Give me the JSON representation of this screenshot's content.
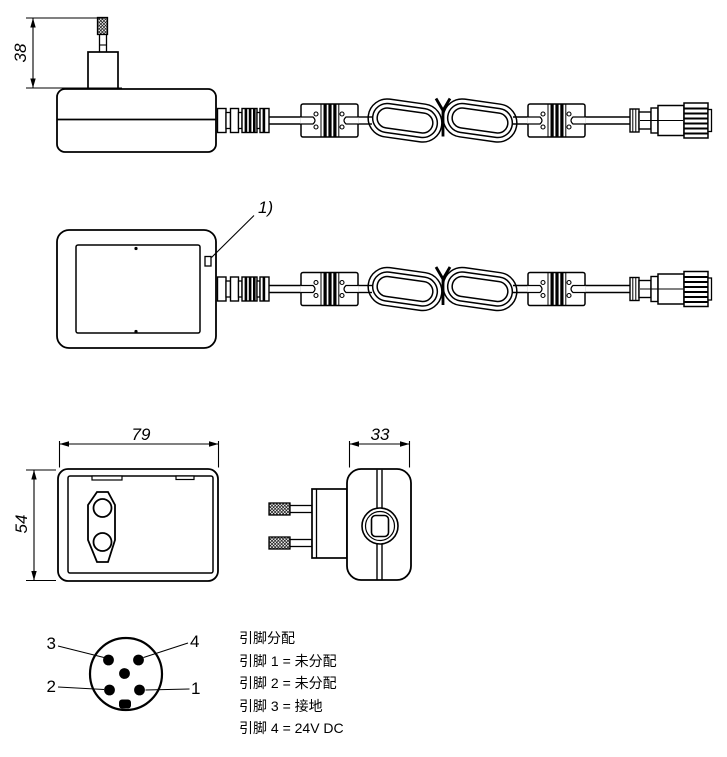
{
  "drawing": {
    "background_color": "#ffffff",
    "line_color": "#000000"
  },
  "dimensions": {
    "plug_pin_height": "38",
    "front_width": "79",
    "front_height": "54",
    "side_depth": "33"
  },
  "callout": {
    "label": "1)"
  },
  "pin_diagram": {
    "pin_labels": {
      "top_left": "3",
      "top_right": "4",
      "bottom_left": "2",
      "bottom_right": "1"
    }
  },
  "legend": {
    "title": "引脚分配",
    "lines": [
      "引脚 1 = 未分配",
      "引脚 2 = 未分配",
      "引脚 3 = 接地",
      "引脚 4 = 24V DC"
    ]
  }
}
